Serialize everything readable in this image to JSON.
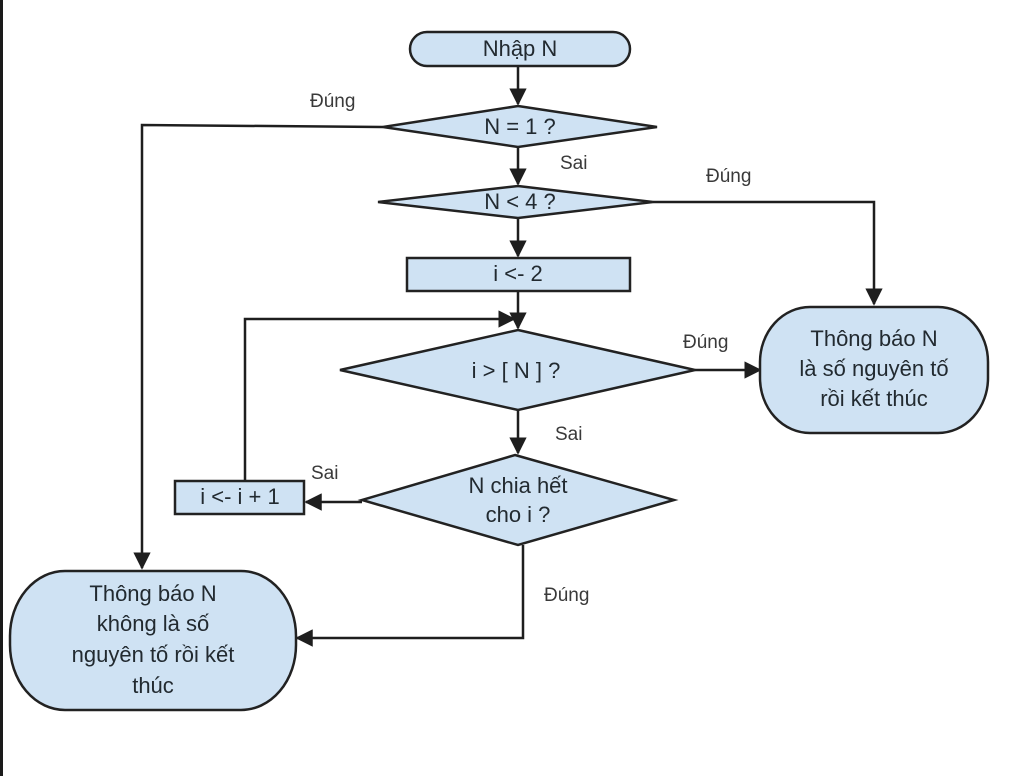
{
  "diagram": {
    "type": "flowchart",
    "title": "Kiểm tra số nguyên tố",
    "colors": {
      "shape_fill": "#cfe2f3",
      "stroke": "#222222",
      "text": "#222a30",
      "edge_label": "#3a3a3a"
    },
    "nodes": [
      {
        "id": "start",
        "kind": "terminal",
        "lines": [
          "Nhập N"
        ]
      },
      {
        "id": "check_n_eq_1",
        "kind": "decision",
        "lines": [
          "N = 1 ?"
        ]
      },
      {
        "id": "check_n_lt_4",
        "kind": "decision",
        "lines": [
          "N < 4 ?"
        ]
      },
      {
        "id": "init_i",
        "kind": "process",
        "lines": [
          "i <- 2"
        ]
      },
      {
        "id": "check_i_gt_sqrt",
        "kind": "decision",
        "lines": [
          "i > [  N ] ?"
        ]
      },
      {
        "id": "check_divisible",
        "kind": "decision",
        "lines": [
          "N chia hết",
          "cho i ?"
        ]
      },
      {
        "id": "increment_i",
        "kind": "process",
        "lines": [
          "i <- i + 1"
        ]
      },
      {
        "id": "end_prime",
        "kind": "terminal",
        "lines": [
          "Thông báo N",
          "là số nguyên tố",
          "rồi kết thúc"
        ]
      },
      {
        "id": "end_not_prime",
        "kind": "terminal",
        "lines": [
          "Thông báo N",
          "không là số",
          "nguyên tố rồi kết",
          "thúc"
        ]
      }
    ],
    "edges": [
      {
        "from": "start",
        "to": "check_n_eq_1",
        "label": ""
      },
      {
        "from": "check_n_eq_1",
        "to": "end_not_prime",
        "label": "Đúng"
      },
      {
        "from": "check_n_eq_1",
        "to": "check_n_lt_4",
        "label": "Sai"
      },
      {
        "from": "check_n_lt_4",
        "to": "end_prime",
        "label": "Đúng"
      },
      {
        "from": "check_n_lt_4",
        "to": "init_i",
        "label": ""
      },
      {
        "from": "init_i",
        "to": "check_i_gt_sqrt",
        "label": ""
      },
      {
        "from": "check_i_gt_sqrt",
        "to": "end_prime",
        "label": "Đúng"
      },
      {
        "from": "check_i_gt_sqrt",
        "to": "check_divisible",
        "label": "Sai"
      },
      {
        "from": "check_divisible",
        "to": "increment_i",
        "label": "Sai"
      },
      {
        "from": "check_divisible",
        "to": "end_not_prime",
        "label": "Đúng"
      },
      {
        "from": "increment_i",
        "to": "check_i_gt_sqrt",
        "label": ""
      }
    ]
  }
}
